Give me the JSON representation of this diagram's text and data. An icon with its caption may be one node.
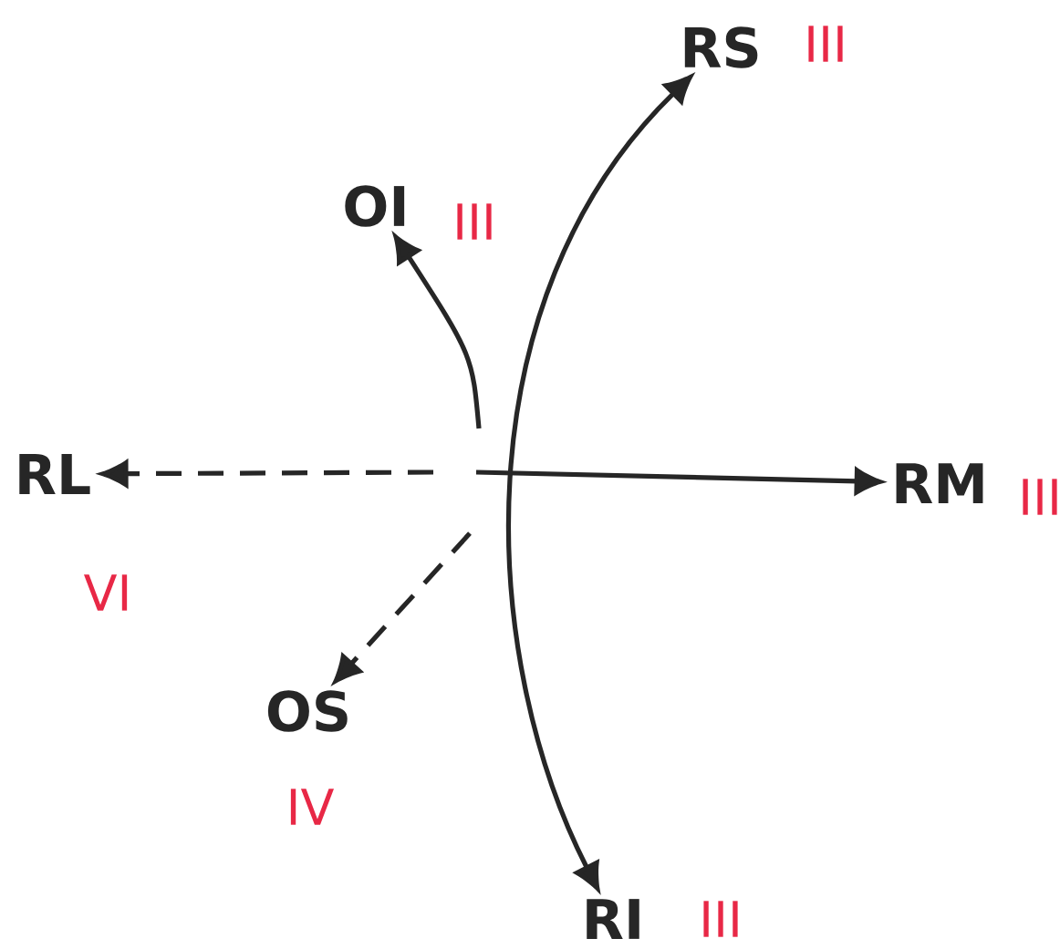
{
  "diagram": {
    "nodes": [
      {
        "text": [
          "RS"
        ],
        "beside": [
          "III"
        ]
      },
      {
        "text": [
          "OI"
        ],
        "beside": [
          "III"
        ]
      },
      {
        "text": [
          "RL"
        ],
        "beside": [
          "VI"
        ]
      },
      {
        "text": [
          "RM"
        ],
        "beside": [
          "III"
        ]
      },
      {
        "text": [
          "OS"
        ],
        "beside": [
          "IV"
        ]
      },
      {
        "text": [
          "RI"
        ],
        "beside": [
          "III"
        ]
      }
    ],
    "edges": [
      {
        "from": 5,
        "to": 0,
        "arrow": "both"
      },
      {
        "from": null,
        "to": 1,
        "arrow": "to"
      },
      {
        "from": null,
        "to": 2,
        "arrow": "to",
        "style": "dashed"
      },
      {
        "from": null,
        "to": 3,
        "arrow": "to"
      },
      {
        "from": null,
        "to": 4,
        "arrow": "to",
        "style": "dashed"
      }
    ]
  }
}
